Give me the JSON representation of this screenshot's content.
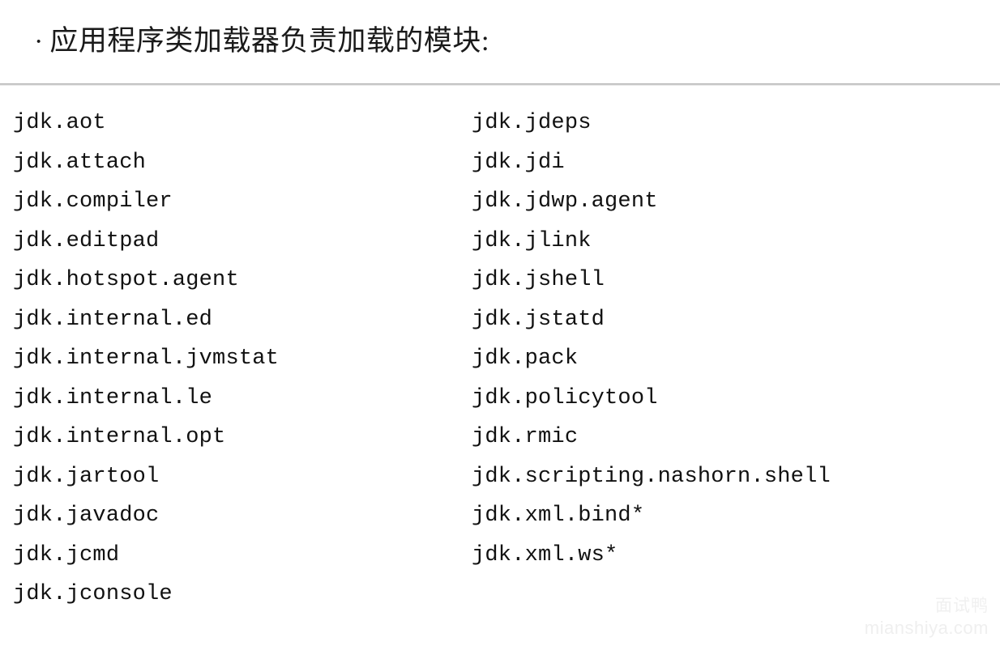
{
  "slide": {
    "title_bullet": "·",
    "title": "应用程序类加载器负责加载的模块:",
    "background_color": "#ffffff",
    "text_color": "#111111",
    "divider_color": "#b4b4b4"
  },
  "modules": {
    "left_column": [
      "jdk.aot",
      "jdk.attach",
      "jdk.compiler",
      "jdk.editpad",
      "jdk.hotspot.agent",
      "jdk.internal.ed",
      "jdk.internal.jvmstat",
      "jdk.internal.le",
      "jdk.internal.opt",
      "jdk.jartool",
      "jdk.javadoc",
      "jdk.jcmd",
      "jdk.jconsole"
    ],
    "right_column": [
      "jdk.jdeps",
      "jdk.jdi",
      "jdk.jdwp.agent",
      "jdk.jlink",
      "jdk.jshell",
      "jdk.jstatd",
      "jdk.pack",
      "jdk.policytool",
      "jdk.rmic",
      "jdk.scripting.nashorn.shell",
      "jdk.xml.bind*",
      "jdk.xml.ws*"
    ]
  },
  "watermark": {
    "brand_cn": "面试鸭",
    "url": "mianshiya.com",
    "color": "#f0f0f0"
  }
}
